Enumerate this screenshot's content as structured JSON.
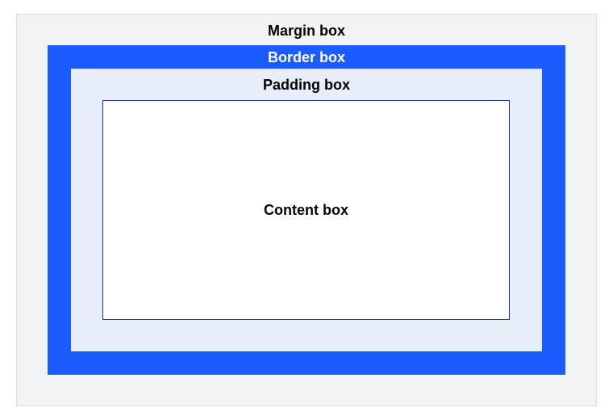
{
  "diagram": {
    "margin_box": {
      "label": "Margin box",
      "fill": "#f1f3f4",
      "label_color": "#000000"
    },
    "border_box": {
      "label": "Border box",
      "fill": "#1a5cff",
      "label_color": "#ffffff"
    },
    "padding_box": {
      "label": "Padding box",
      "fill": "#e8eef9",
      "label_color": "#000000"
    },
    "content_box": {
      "label": "Content box",
      "fill": "#ffffff",
      "outline": "#1a2f9e",
      "label_color": "#000000"
    }
  }
}
